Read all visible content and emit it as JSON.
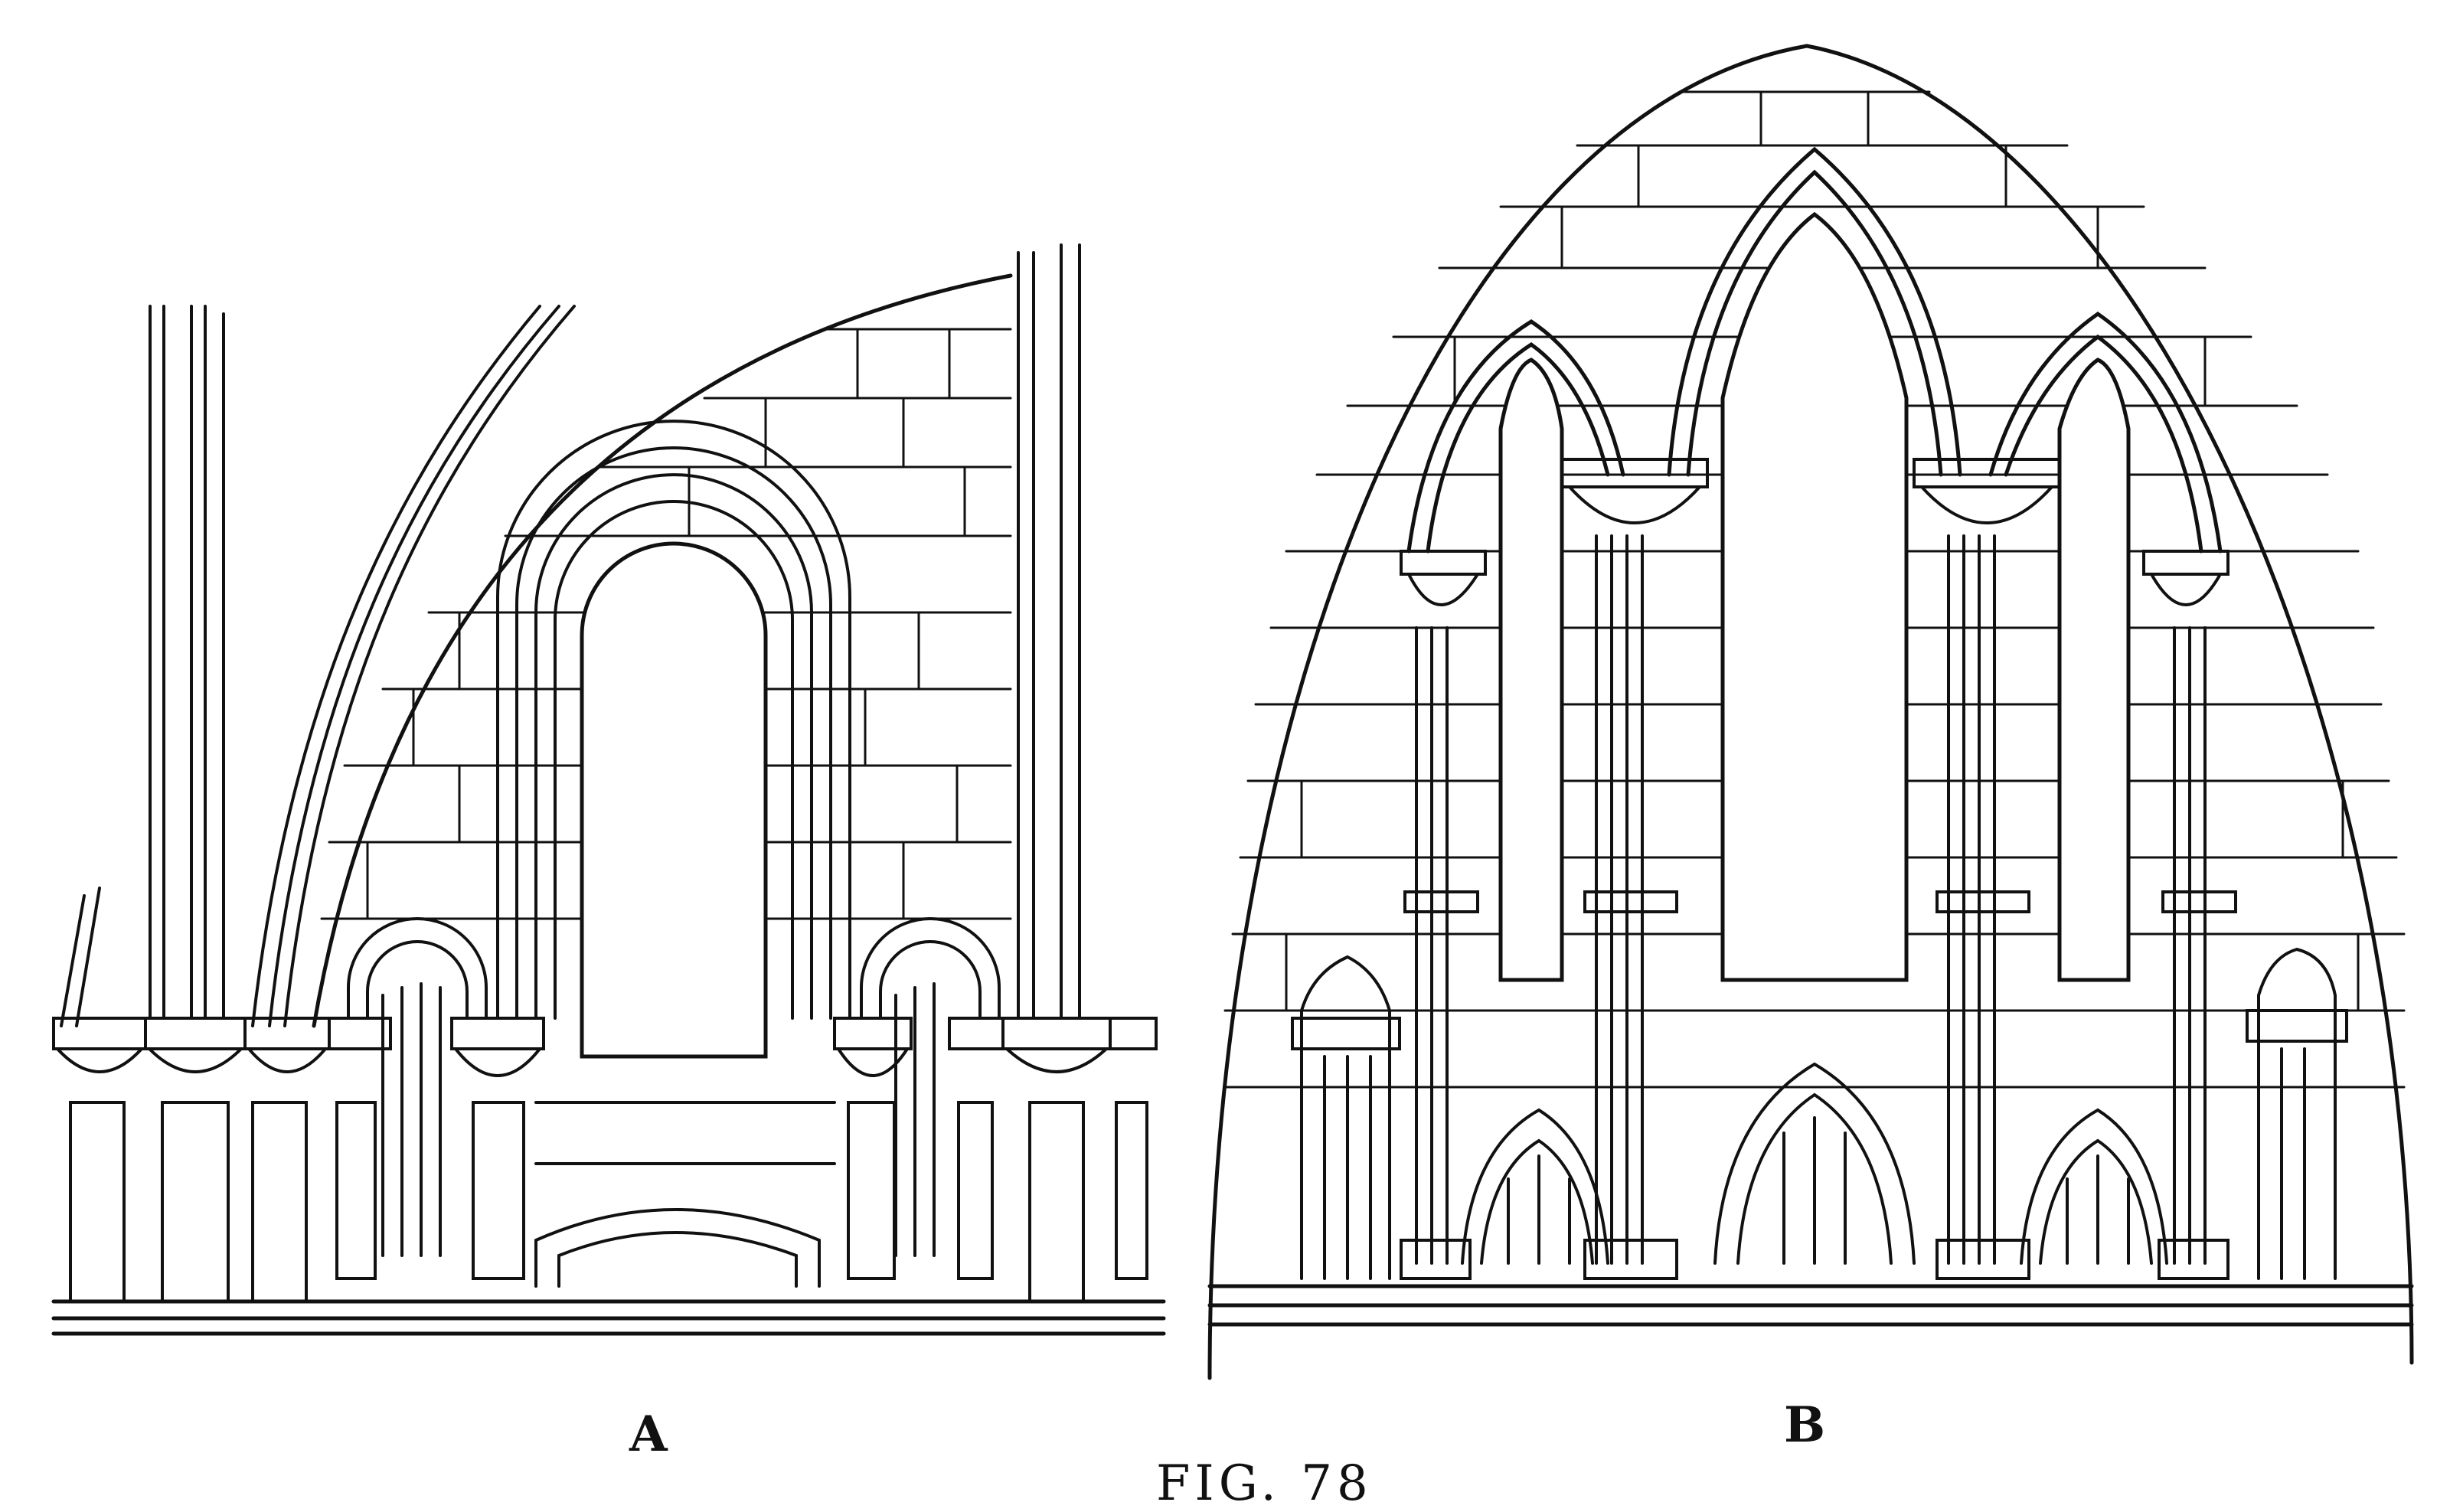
{
  "figure": {
    "panel_a_label": "A",
    "panel_b_label": "B",
    "caption": "FIG. 78",
    "ink_color": "#111111",
    "paper_color": "#ffffff"
  }
}
